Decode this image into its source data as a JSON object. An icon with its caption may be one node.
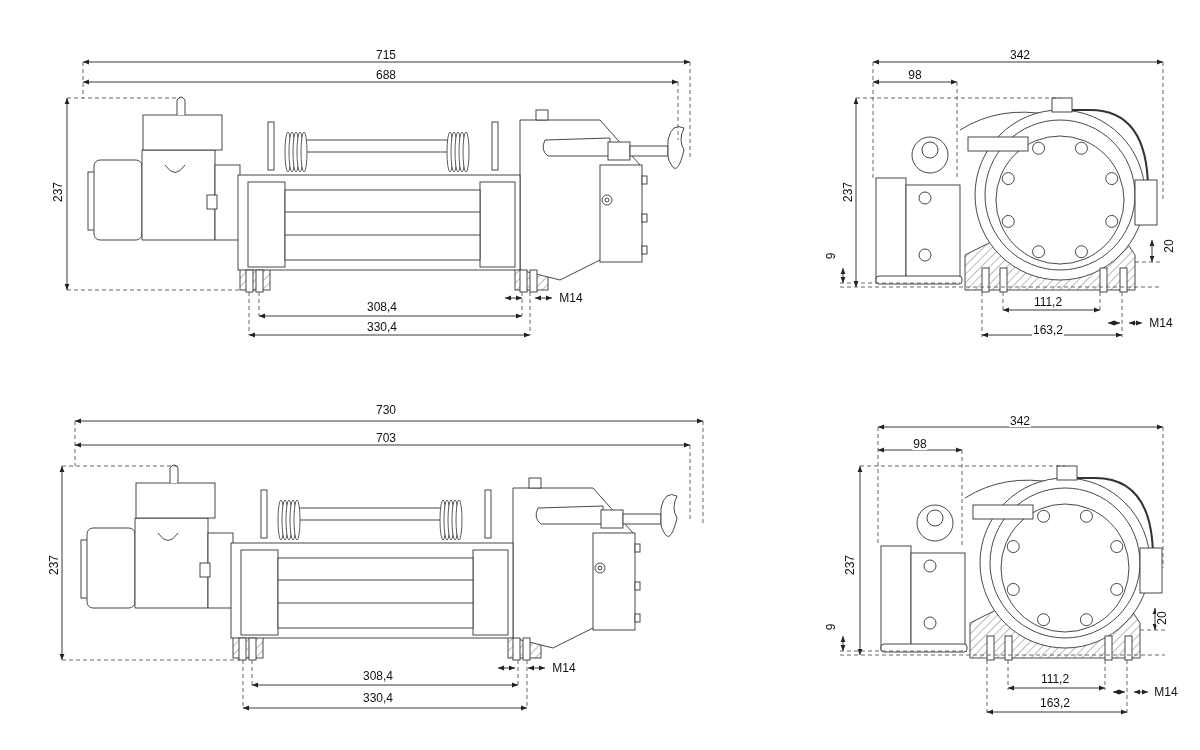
{
  "diagram": {
    "labels": [
      "715",
      "688",
      "237",
      "308,4",
      "330,4",
      "M14",
      "342",
      "98",
      "237",
      "9",
      "20",
      "111,2",
      "M14",
      "163,2",
      "730",
      "703",
      "237",
      "308,4",
      "330,4",
      "M14",
      "342",
      "98",
      "237",
      "9",
      "20",
      "111,2",
      "M14",
      "163,2"
    ]
  }
}
